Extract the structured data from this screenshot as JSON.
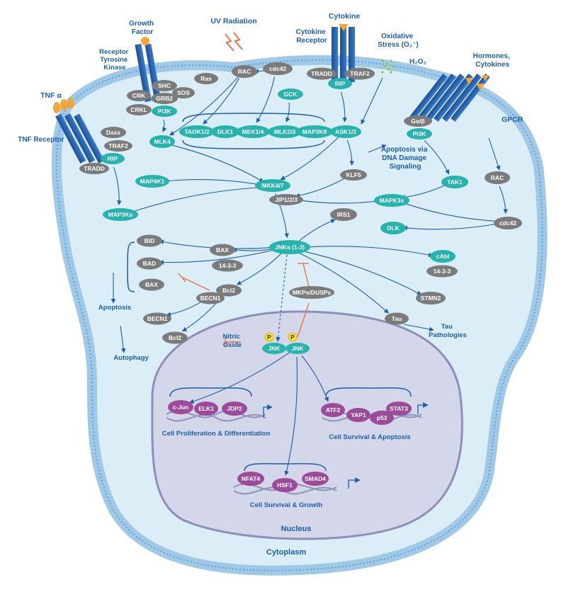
{
  "colors": {
    "teal": "#27b3ae",
    "gray": "#7b7b7b",
    "purple": "#9b4b9a",
    "blue_label": "#1d5fa8",
    "orange_accent": "#f4a53a",
    "inhibit": "#e8734a",
    "cytoplasm_fill": "#dbeef8",
    "nucleus_fill": "#d4d6ea",
    "phospho": "#f5e23a"
  },
  "labels": {
    "growth_factor": "Growth Factor",
    "uv_radiation": "UV Radiation",
    "cytokine": "Cytokine",
    "cytokine_receptor": "Cytokine Receptor",
    "oxidative_stress": "Oxidative Stress (O₂⁻)",
    "h2o2": "H₂O₂",
    "hormones_cytokines": "Hormones, Cytokines",
    "receptor_tyrosine_kinase": "Receptor Tyrosine Kinase",
    "tnf_alpha": "TNF α",
    "tnf_receptor": "TNF Receptor",
    "gpcr": "GPCR",
    "apoptosis_dna_damage": "Apoptosis via DNA Damage Signaling",
    "apoptosis": "Apoptosis",
    "autophagy": "Autophagy",
    "tau_pathologies": "Tau Pathologies",
    "nitric_oxide": "Nitric Oxide",
    "cell_prolif": "Cell Proliferation & Differentiation",
    "cell_survival_apoptosis": "Cell Survival & Apoptosis",
    "cell_survival_growth": "Cell Survival & Growth",
    "nucleus": "Nucleus",
    "cytoplasm": "Cytoplasm",
    "phospho": "P"
  },
  "nodes": {
    "ras": "Ras",
    "shc": "SHC",
    "sos": "SOS",
    "crk": "CRK",
    "grb2": "GRB2",
    "crkl": "CRKL",
    "pi3k_rtk": "PI3K",
    "rac_top": "RAC",
    "cdc42_top": "cdc42",
    "tradd_cyto": "TRADD",
    "traf2_cyto": "TRAF2",
    "rip_cyto": "RIP",
    "gck": "GCK",
    "daxx": "Daxx",
    "traf2_tnf": "TRAF2",
    "rip_tnf": "RIP",
    "tradd_tnf": "TRADD",
    "galpha": "Gα/β",
    "pi3k_gpcr": "PI3K",
    "mlk4": "MLK4",
    "taok": "TAOK1/2",
    "dlk1": "DLK1",
    "mek14": "MEK1/4",
    "mlk23": "MLK2/3",
    "map3k8": "MAP3K8",
    "ask12": "ASK1/2",
    "map4k1": "MAP4K1",
    "mkk47": "MKK4/7",
    "jip": "JIP1/2/3",
    "klf5": "KLF5",
    "tak1": "TAK1",
    "rac_gpcr": "RAC",
    "mapk3s": "MAPK3s",
    "map3ks": "MAP3Ks",
    "cdc42_right": "cdc42",
    "irs1": "IRS1",
    "dlk": "DLK",
    "jnks": "JNKs (1-3)",
    "bid": "BID",
    "bad": "BAD",
    "bax_left": "BAX",
    "bax_mid": "BAX",
    "p1433_mid": "14-3-3",
    "bcl2_mid": "Bcl2",
    "becn1_mid": "BECN1",
    "cabl": "cAbl",
    "p1433_right": "14-3-3",
    "stmn2": "STMN2",
    "mkps": "MKPs/DUSPs",
    "tau": "Tau",
    "becn1_low": "BECN1",
    "bcl2_low": "Bcl2",
    "jnk_a": "JNK",
    "jnk_b": "JNK",
    "cjun": "c-Jun",
    "elk1": "ELK1",
    "jdp2": "JDP2",
    "atf2": "ATF2",
    "yap1": "YAP1",
    "p53": "p53",
    "stat3": "STAT3",
    "nfat4": "NFAT4",
    "hsf1": "HSF1",
    "smad4": "SMAD4"
  }
}
